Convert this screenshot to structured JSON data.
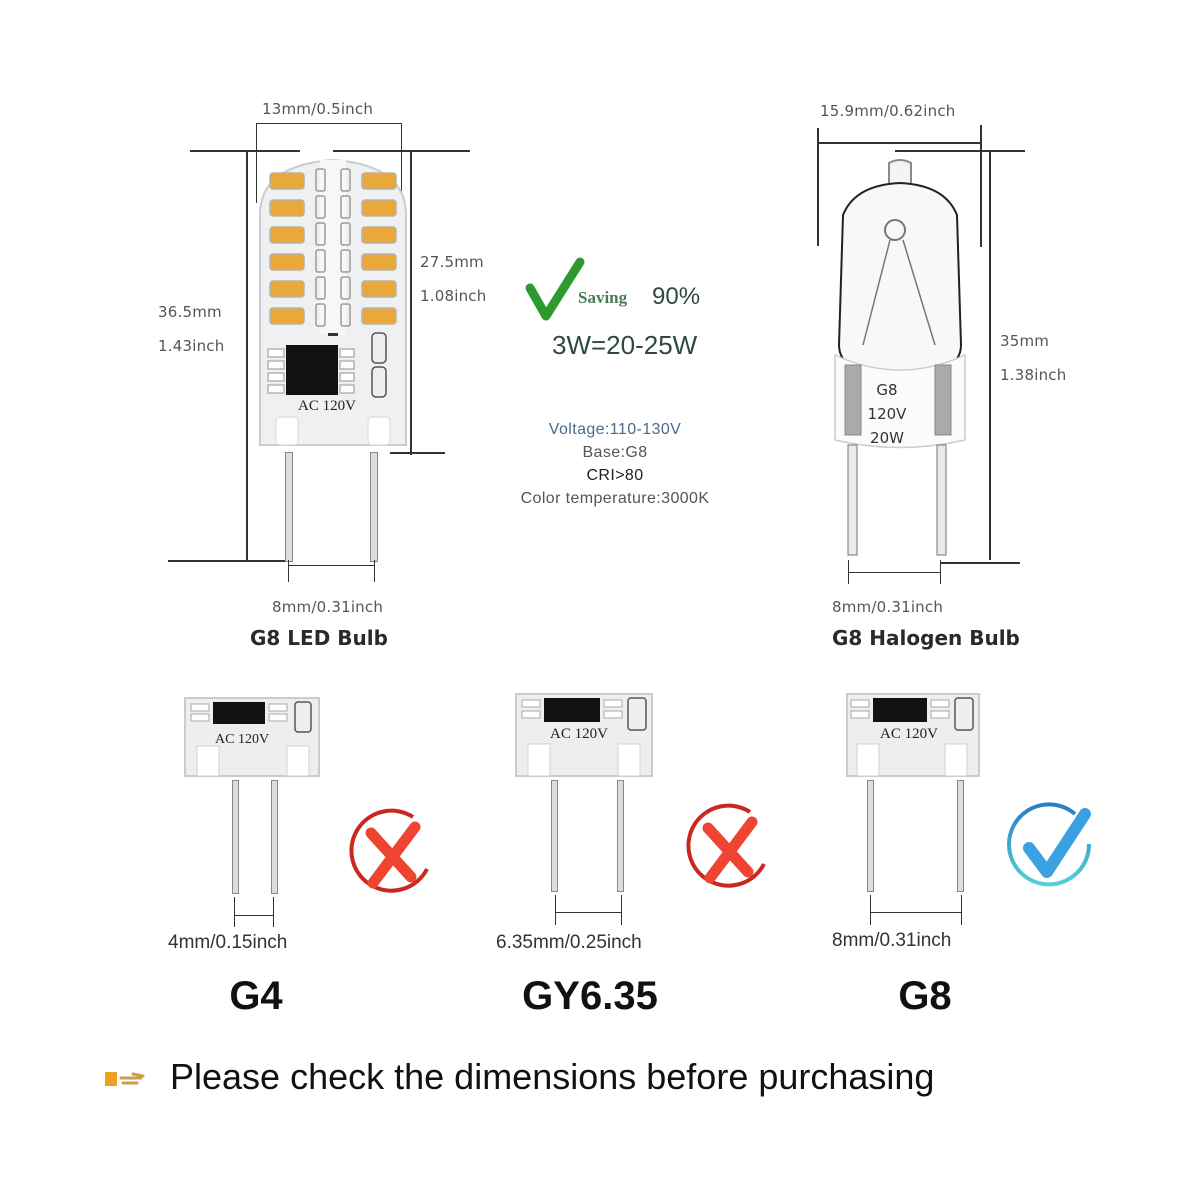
{
  "led_bulb": {
    "width_label": "13mm/0.5inch",
    "body_height_mm": "27.5mm",
    "body_height_in": "1.08inch",
    "total_height_mm": "36.5mm",
    "total_height_in": "1.43inch",
    "chip_label": "AC 120V",
    "pin_spacing_label": "8mm/0.31inch",
    "caption": "G8 LED Bulb",
    "led_color": "#e9a93a"
  },
  "saving": {
    "word": "Saving",
    "percent": "90%",
    "equivalence": "3W=20-25W",
    "check_color": "#2e9a2e"
  },
  "specs": {
    "voltage": "Voltage:110-130V",
    "base": "Base:G8",
    "cri": "CRI>80",
    "color_temperature": "Color temperature:3000K"
  },
  "halogen_bulb": {
    "width_label": "15.9mm/0.62inch",
    "height_mm": "35mm",
    "height_in": "1.38inch",
    "label_base": "G8",
    "label_voltage": "120V",
    "label_watt": "20W",
    "pin_spacing_label": "8mm/0.31inch",
    "caption": "G8 Halogen Bulb"
  },
  "comparisons": [
    {
      "base": "G4",
      "pin_spacing": "4mm/0.15inch",
      "chip_label": "AC 120V",
      "compatible": false,
      "icon": "x-circle-icon"
    },
    {
      "base": "GY6.35",
      "pin_spacing": "6.35mm/0.25inch",
      "chip_label": "AC 120V",
      "compatible": false,
      "icon": "x-circle-icon"
    },
    {
      "base": "G8",
      "pin_spacing": "8mm/0.31inch",
      "chip_label": "AC 120V",
      "compatible": true,
      "icon": "check-circle-icon"
    }
  ],
  "colors": {
    "reject": "#e8382c",
    "accept": "#3aa0e0",
    "note_icon": "#f0a020"
  },
  "footer": {
    "icon": "pointing-hand-icon",
    "text": "Please check the dimensions before purchasing"
  }
}
